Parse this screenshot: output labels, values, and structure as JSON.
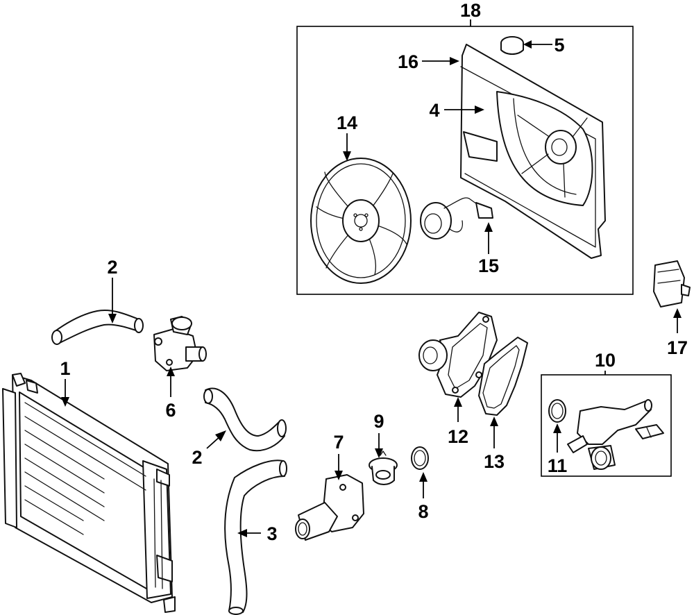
{
  "diagram": {
    "callouts": {
      "c1": "1",
      "c2a": "2",
      "c2b": "2",
      "c3": "3",
      "c4": "4",
      "c5": "5",
      "c6": "6",
      "c7": "7",
      "c8": "8",
      "c9": "9",
      "c10": "10",
      "c11": "11",
      "c12": "12",
      "c13": "13",
      "c14": "14",
      "c15": "15",
      "c16": "16",
      "c17": "17",
      "c18": "18"
    },
    "colors": {
      "line": "#111111",
      "background": "#ffffff"
    }
  }
}
